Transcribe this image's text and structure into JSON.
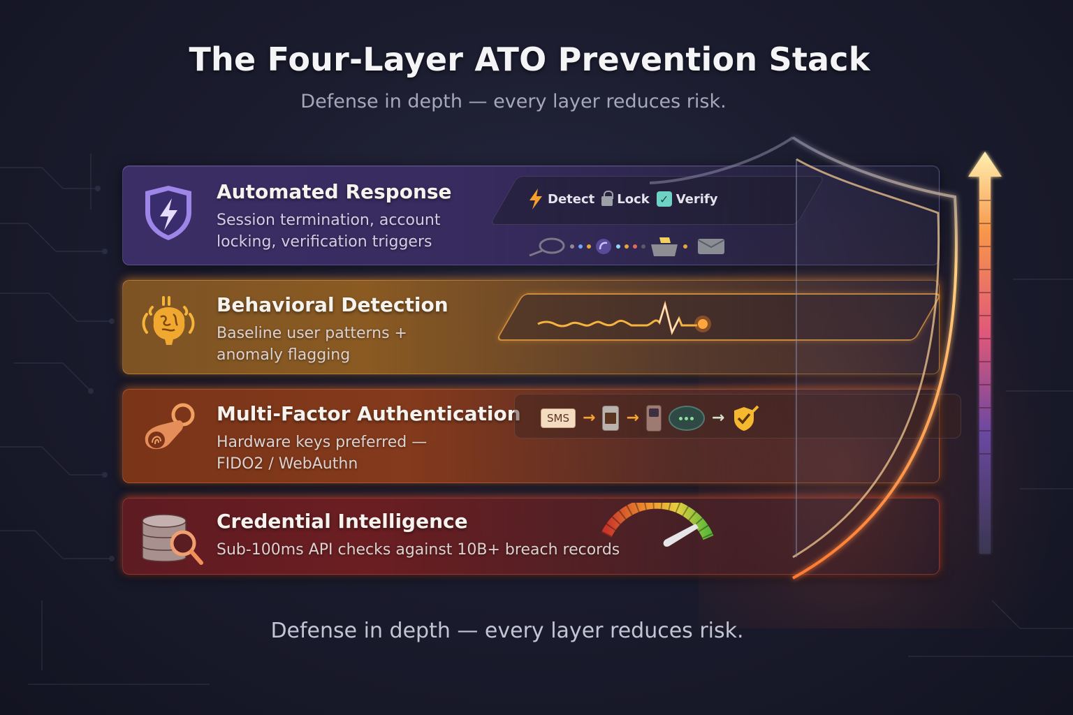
{
  "header": {
    "title": "The Four-Layer ATO Prevention Stack",
    "subtitle": "Defense in depth — every layer reduces risk."
  },
  "layers": [
    {
      "id": "automated-response",
      "order": 4,
      "title": "Automated Response",
      "description_lines": [
        "Session termination, account",
        "locking, verification triggers"
      ],
      "icon": "shield-lightning-icon",
      "color": "#3b2e66",
      "accent": "#9d86e8",
      "steps": [
        {
          "icon": "lightning-icon",
          "label": "Detect"
        },
        {
          "icon": "lock-icon",
          "label": "Lock"
        },
        {
          "icon": "checkbox-icon",
          "label": "Verify"
        }
      ],
      "flow_icons": [
        "magnifier-icon",
        "dots",
        "spinner-icon",
        "dots",
        "folder-icon",
        "dot",
        "envelope-icon"
      ]
    },
    {
      "id": "behavioral-detection",
      "order": 3,
      "title": "Behavioral Detection",
      "description_lines": [
        "Baseline user patterns +",
        "anomaly flagging"
      ],
      "icon": "brain-icon",
      "color": "#8a5a22",
      "accent": "#f5aa46",
      "visual": "anomaly-waveform"
    },
    {
      "id": "mfa",
      "order": 2,
      "title": "Multi-Factor Authentication",
      "description_lines": [
        "Hardware keys preferred —",
        "FIDO2 / WebAuthn"
      ],
      "icon": "security-key-icon",
      "color": "#843a1c",
      "accent": "#f28a4a",
      "flow": [
        {
          "icon": "sms-badge",
          "label": "SMS"
        },
        {
          "icon": "arrow-right-icon"
        },
        {
          "icon": "authenticator-app-icon"
        },
        {
          "icon": "arrow-right-icon"
        },
        {
          "icon": "hardware-token-icon"
        },
        {
          "icon": "otp-bubble-icon"
        },
        {
          "icon": "arrow-right-icon"
        },
        {
          "icon": "shield-check-icon"
        }
      ]
    },
    {
      "id": "credential-intelligence",
      "order": 1,
      "title": "Credential Intelligence",
      "description_lines": [
        "Sub-100ms API checks against 10B+ breach records"
      ],
      "icon": "database-search-icon",
      "color": "#6b1e22",
      "accent": "#e0604a",
      "visual": "speed-gauge"
    }
  ],
  "risk_scale": {
    "direction": "up",
    "segments": 12,
    "colors_bottom_to_top": [
      "#3a3650",
      "#4a3f78",
      "#5e4396",
      "#7a4a9a",
      "#a04e8a",
      "#d0587a",
      "#ec6a5a",
      "#f58450",
      "#f7964a",
      "#f8a64c",
      "#fab55a",
      "#fcc970"
    ]
  },
  "footer": {
    "tagline": "Defense in depth — every layer reduces risk."
  }
}
